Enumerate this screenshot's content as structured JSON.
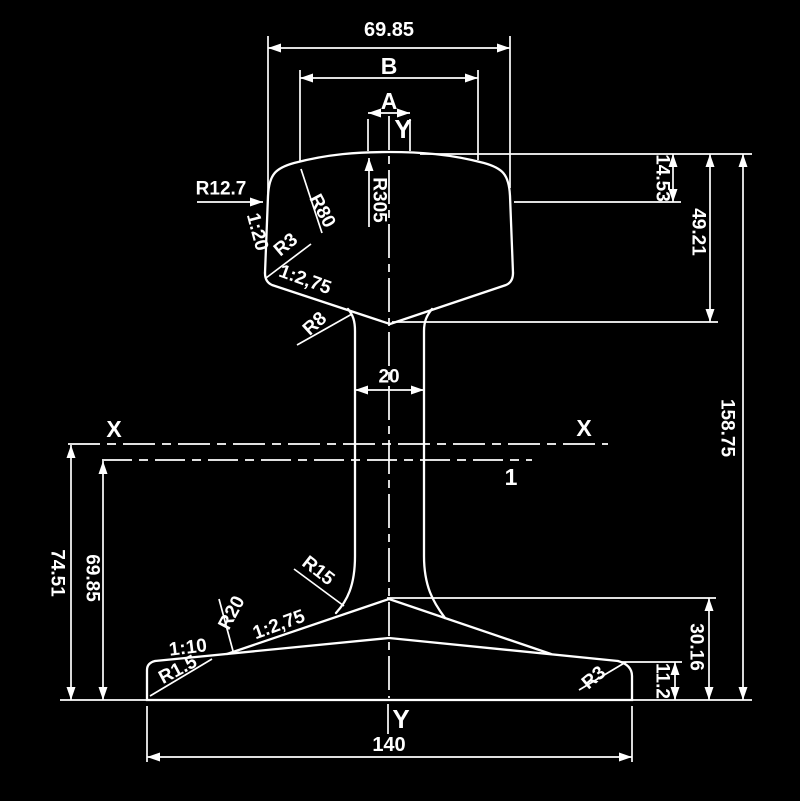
{
  "drawing": {
    "title": "rail-cross-section",
    "background_color": "#000000",
    "line_color": "#ffffff",
    "labels": {
      "top_width": "69.85",
      "width_b": "B",
      "width_a": "A",
      "axis_y_top": "Y",
      "axis_y_bottom": "Y",
      "axis_x_left": "X",
      "axis_x_right": "X",
      "section_line": "1",
      "web_width": "20",
      "head_corner_offset": "14.53",
      "head_depth": "49.21",
      "total_height": "158.75",
      "xx_axis_height": "74.51",
      "lower_axis_height": "69.85",
      "foot_slope_height": "30.16",
      "foot_edge_height": "11.2",
      "foot_width": "140",
      "radius_gauge_corner": "R12.7",
      "radius_shoulder": "R80",
      "radius_crown": "R305",
      "radius_head_lower_corner": "R3",
      "radius_head_web_fillet": "R8",
      "slope_head_side": "1:20",
      "slope_head_under": "1:2,75",
      "radius_web_foot_fillet": "R15",
      "radius_foot_transition": "R20",
      "slope_foot_outer": "1:10",
      "slope_foot_inner": "1:2,75",
      "radius_foot_tip_left": "R1.5",
      "radius_foot_tip_right": "R3"
    }
  }
}
